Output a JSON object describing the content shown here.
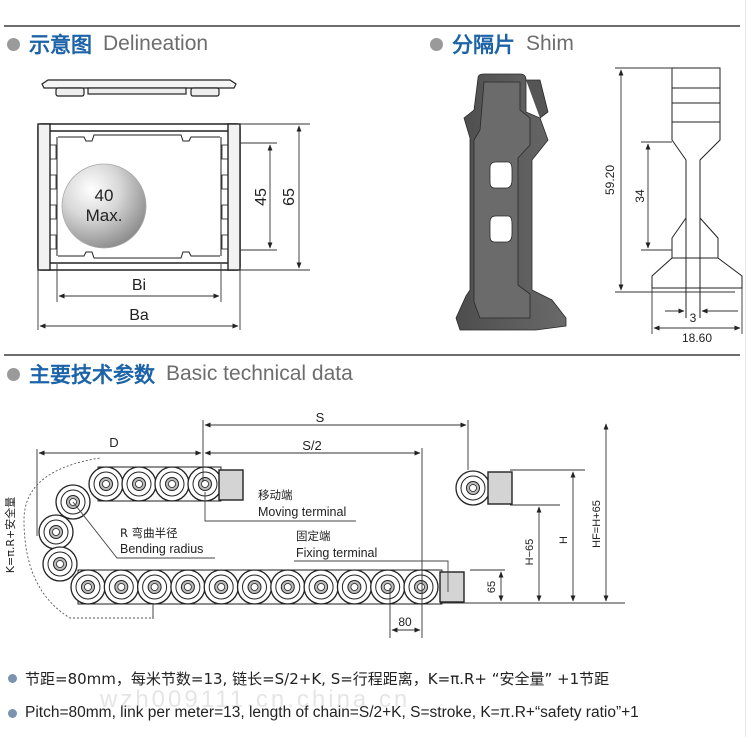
{
  "sections": {
    "delineation": {
      "title_cn": "示意图",
      "title_en": "Delineation"
    },
    "shim": {
      "title_cn": "分隔片",
      "title_en": "Shim"
    },
    "technical": {
      "title_cn": "主要技术参数",
      "title_en": "Basic technical data"
    }
  },
  "delineation_drawing": {
    "max_cable_diameter": "40",
    "max_label": "Max.",
    "inner_height": "45",
    "outer_height": "65",
    "inner_width_label": "Bi",
    "outer_width_label": "Ba"
  },
  "shim_drawing": {
    "total_height": "59.20",
    "slot_height": "34",
    "thickness": "3",
    "width": "18.60"
  },
  "chain_drawing": {
    "stroke_label": "S",
    "half_stroke_label": "S/2",
    "bend_offset_label": "D",
    "arc_formula_label": "K=π.R+安全量",
    "moving_terminal_cn": "移动端",
    "moving_terminal_en": "Moving terminal",
    "bending_radius_cn": "R 弯曲半径",
    "bending_radius_en": "Bending radius",
    "fixing_terminal_cn": "固定端",
    "fixing_terminal_en": "Fixing terminal",
    "pitch_label": "80",
    "link_height_label": "65",
    "h_minus_label": "H−65",
    "h_label": "H",
    "hf_label": "HF=H+65",
    "top_row_links": 4,
    "bottom_row_links": 11
  },
  "notes": {
    "cn": "节距=80mm，每米节数=13, 链长=S/2+K, S=行程距离，K=π.R+ “安全量” +1节距",
    "en": "Pitch=80mm, link per meter=13, length of chain=S/2+K, S=stroke, K=π.R+“safety ratio”+1"
  },
  "watermark": "wzh009111.cn.china.cn",
  "colors": {
    "heading_cn": "#1c63a8",
    "heading_en": "#6d6d6d",
    "bullet": "#9a9a9a",
    "part_gray": "#5f5f5f",
    "terminal_fill": "#d4d4d4"
  }
}
